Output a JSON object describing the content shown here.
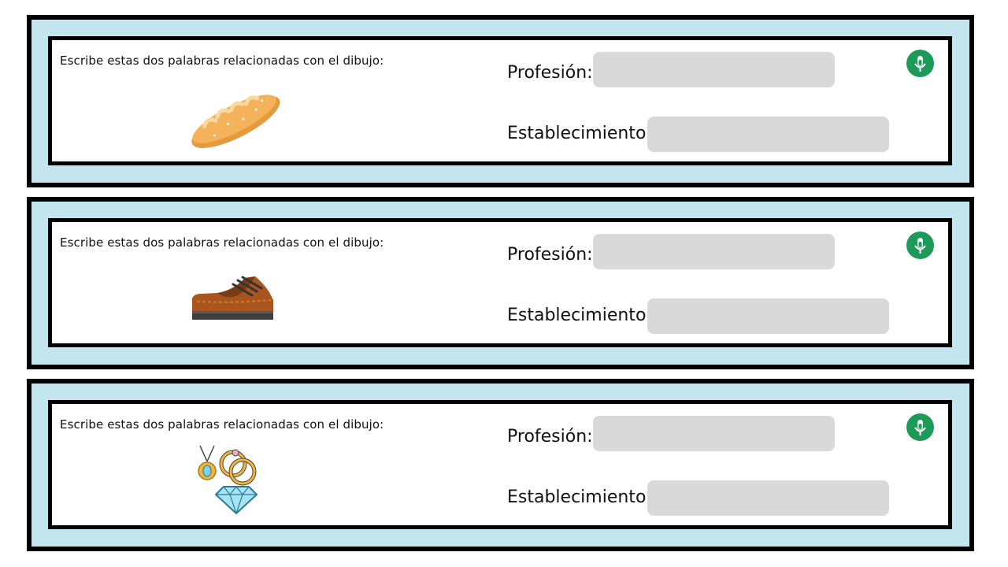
{
  "page": {
    "card_background": "#c3e6ee",
    "field_background": "#d9d9d9",
    "badge_color": "#1d9a57"
  },
  "cards": [
    {
      "instruction": "Escribe estas dos palabras relacionadas con el dibujo:",
      "image": "bread-icon",
      "profession_label": "Profesión:",
      "profession_value": "",
      "establishment_label": "Establecimiento:",
      "establishment_value": ""
    },
    {
      "instruction": "Escribe estas dos palabras relacionadas con el dibujo:",
      "image": "shoe-icon",
      "profession_label": "Profesión:",
      "profession_value": "",
      "establishment_label": "Establecimiento:",
      "establishment_value": ""
    },
    {
      "instruction": "Escribe estas dos palabras relacionadas con el dibujo:",
      "image": "jewelry-icon",
      "profession_label": "Profesión:",
      "profession_value": "",
      "establishment_label": "Establecimiento:",
      "establishment_value": ""
    }
  ]
}
